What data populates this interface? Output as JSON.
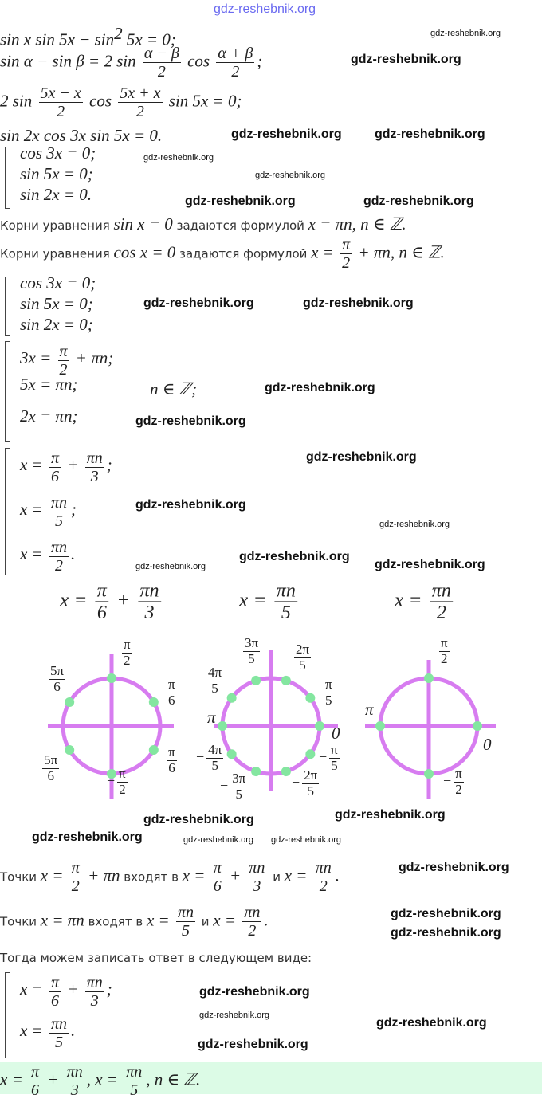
{
  "watermark": "gdz-reshebnik.org",
  "lines": {
    "l1": [
      "sin x sin 5x − sin",
      {
        "sup": "2"
      },
      " 5x = 0;"
    ],
    "l2": [
      "sin α − sin β = 2 sin ",
      {
        "f": [
          "α − β",
          "2"
        ]
      },
      " cos ",
      {
        "f": [
          "α + β",
          "2"
        ]
      },
      ";"
    ],
    "l3": [
      "2 sin ",
      {
        "f": [
          "5x − x",
          "2"
        ]
      },
      " cos ",
      {
        "f": [
          "5x + x",
          "2"
        ]
      },
      " sin 5x = 0;"
    ],
    "l4": [
      "sin 2x cos 3x sin 5x = 0."
    ],
    "s1": [
      [
        "cos 3x = 0;"
      ],
      [
        "sin 5x = 0;"
      ],
      [
        "sin 2x = 0."
      ]
    ],
    "l6": [
      {
        "t": "Корни уравнения "
      },
      "sin x = 0",
      {
        "t": " задаются формулой "
      },
      "x = πn, n ∈ ℤ."
    ],
    "l7": [
      {
        "t": "Корни уравнения "
      },
      "cos x = 0",
      {
        "t": " задаются формулой "
      },
      "x = ",
      {
        "f": [
          "π",
          "2"
        ]
      },
      " + πn, n ∈ ℤ."
    ],
    "s2": [
      [
        "cos 3x = 0;"
      ],
      [
        "sin 5x = 0;"
      ],
      [
        "sin 2x = 0;"
      ]
    ],
    "s3": [
      [
        "3x = ",
        {
          "f": [
            "π",
            "2"
          ]
        },
        " + πn;"
      ],
      [
        "5x = πn;"
      ],
      [
        "2x = πn;"
      ]
    ],
    "s3n": [
      "n ∈ ℤ;"
    ],
    "s4": [
      [
        "x = ",
        {
          "f": [
            "π",
            "6"
          ]
        },
        " + ",
        {
          "f": [
            "πn",
            "3"
          ]
        },
        ";"
      ],
      [
        "x = ",
        {
          "f": [
            "πn",
            "5"
          ]
        },
        ";"
      ],
      [
        "x = ",
        {
          "f": [
            "πn",
            "2"
          ]
        },
        "."
      ]
    ],
    "h1": [
      "x = ",
      {
        "f": [
          "π",
          "6"
        ]
      },
      " + ",
      {
        "f": [
          "πn",
          "3"
        ]
      }
    ],
    "h2": [
      "x = ",
      {
        "f": [
          "πn",
          "5"
        ]
      }
    ],
    "h3": [
      "x = ",
      {
        "f": [
          "πn",
          "2"
        ]
      }
    ],
    "p1": [
      {
        "t": "Точки "
      },
      "x = ",
      {
        "f": [
          "π",
          "2"
        ]
      },
      " + πn",
      {
        "t": " входят в "
      },
      "x = ",
      {
        "f": [
          "π",
          "6"
        ]
      },
      " + ",
      {
        "f": [
          "πn",
          "3"
        ]
      },
      {
        "t": " и "
      },
      "x = ",
      {
        "f": [
          "πn",
          "2"
        ]
      },
      "."
    ],
    "p2": [
      {
        "t": "Точки "
      },
      "x = πn",
      {
        "t": " входят в "
      },
      "x = ",
      {
        "f": [
          "πn",
          "5"
        ]
      },
      {
        "t": " и "
      },
      "x = ",
      {
        "f": [
          "πn",
          "2"
        ]
      },
      "."
    ],
    "p3": [
      {
        "t": "Тогда можем записать ответ в следующем виде:"
      }
    ],
    "s5": [
      [
        "x = ",
        {
          "f": [
            "π",
            "6"
          ]
        },
        " + ",
        {
          "f": [
            "πn",
            "3"
          ]
        },
        ";"
      ],
      [
        "x = ",
        {
          "f": [
            "πn",
            "5"
          ]
        },
        "."
      ]
    ],
    "ans": [
      "x = ",
      {
        "f": [
          "π",
          "6"
        ]
      },
      " + ",
      {
        "f": [
          "πn",
          "3"
        ]
      },
      ", x = ",
      {
        "f": [
          "πn",
          "5"
        ]
      },
      ", n ∈ ℤ."
    ]
  },
  "circles": {
    "color_circle": "#d77cf0",
    "color_point": "#84e6a0",
    "c1": {
      "points_deg": [
        30,
        90,
        150,
        210,
        270,
        330
      ],
      "labels": [
        [
          "π",
          "2"
        ],
        [
          "5π",
          "6"
        ],
        [
          "π",
          "6"
        ],
        [
          "−",
          [
            "5π",
            "6"
          ]
        ],
        [
          "−",
          [
            "π",
            "6"
          ]
        ],
        [
          "−",
          [
            "π",
            "2"
          ]
        ]
      ]
    },
    "c2": {
      "points_deg": [
        0,
        36,
        72,
        108,
        144,
        180,
        216,
        252,
        288,
        324
      ],
      "labels": [
        [
          "3π",
          "5"
        ],
        [
          "2π",
          "5"
        ],
        [
          "4π",
          "5"
        ],
        [
          "π",
          "5"
        ],
        "π",
        "0",
        [
          "−",
          [
            "4π",
            "5"
          ]
        ],
        [
          "−",
          [
            "π",
            "5"
          ]
        ],
        [
          "−",
          [
            "3π",
            "5"
          ]
        ],
        [
          "−",
          [
            "2π",
            "5"
          ]
        ]
      ]
    },
    "c3": {
      "points_deg": [
        0,
        90,
        180,
        270
      ],
      "labels": [
        [
          "π",
          "2"
        ],
        "π",
        "0",
        [
          "−",
          [
            "π",
            "2"
          ]
        ]
      ]
    }
  }
}
